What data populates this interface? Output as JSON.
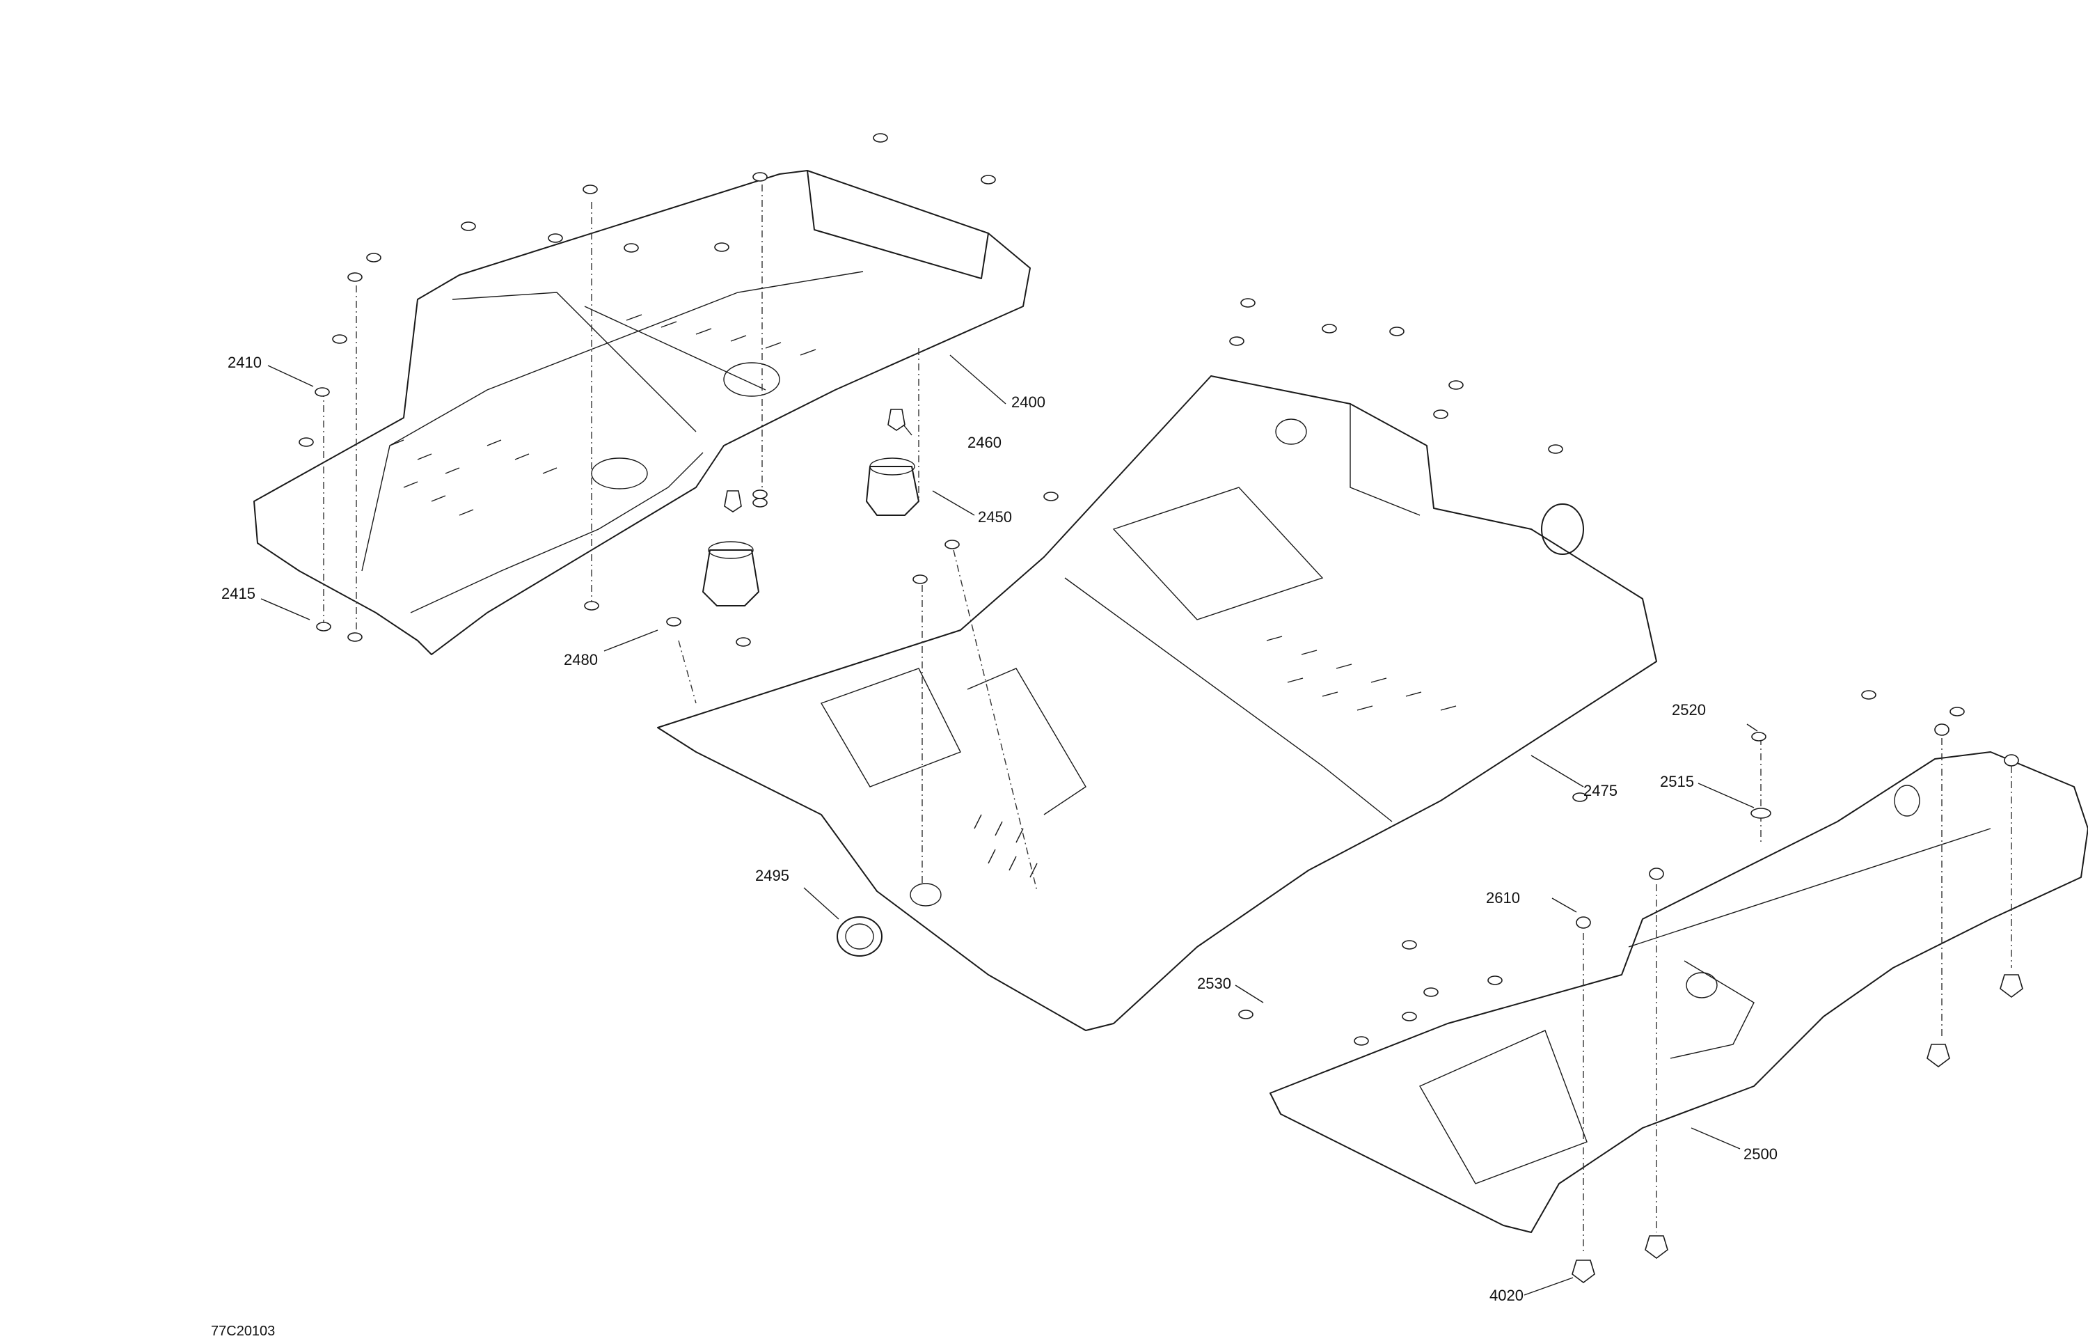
{
  "diagram": {
    "drawing_code": "77C20103",
    "callouts": [
      {
        "id": "2400",
        "label": "2400"
      },
      {
        "id": "2410",
        "label": "2410"
      },
      {
        "id": "2415",
        "label": "2415"
      },
      {
        "id": "2450",
        "label": "2450"
      },
      {
        "id": "2460",
        "label": "2460"
      },
      {
        "id": "2475",
        "label": "2475"
      },
      {
        "id": "2480",
        "label": "2480"
      },
      {
        "id": "2495",
        "label": "2495"
      },
      {
        "id": "2500",
        "label": "2500"
      },
      {
        "id": "2515",
        "label": "2515"
      },
      {
        "id": "2520",
        "label": "2520"
      },
      {
        "id": "2530",
        "label": "2530"
      },
      {
        "id": "2610",
        "label": "2610"
      },
      {
        "id": "4020",
        "label": "4020"
      }
    ]
  }
}
